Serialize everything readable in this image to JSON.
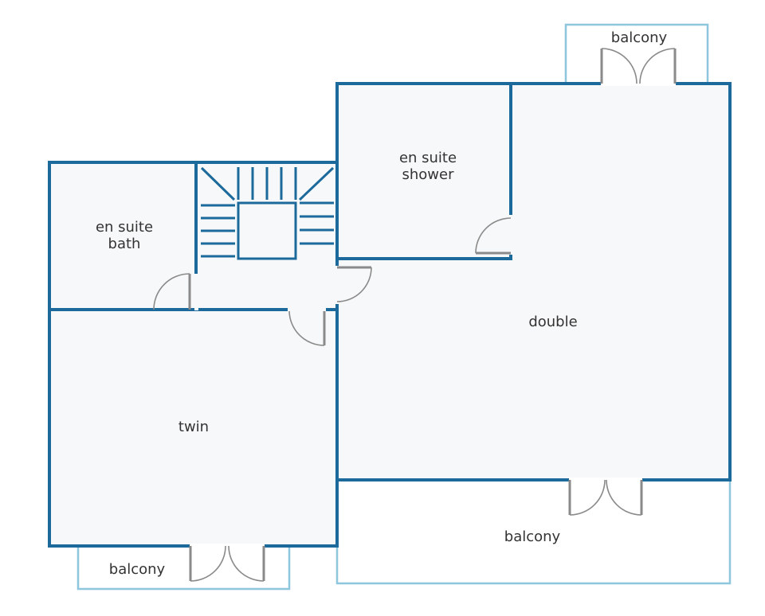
{
  "rooms": {
    "en_suite_shower": {
      "line1": "en suite",
      "line2": "shower"
    },
    "en_suite_bath": {
      "line1": "en suite",
      "line2": "bath"
    },
    "double": {
      "label": "double"
    },
    "twin": {
      "label": "twin"
    }
  },
  "balconies": {
    "top": "balcony",
    "bottom_right": "balcony",
    "bottom_left": "balcony"
  },
  "colors": {
    "wall": "#1c6a9b",
    "balcony_outline": "#8ec6de",
    "door": "#8a8a8a",
    "room_fill": "#f7f8f9"
  }
}
